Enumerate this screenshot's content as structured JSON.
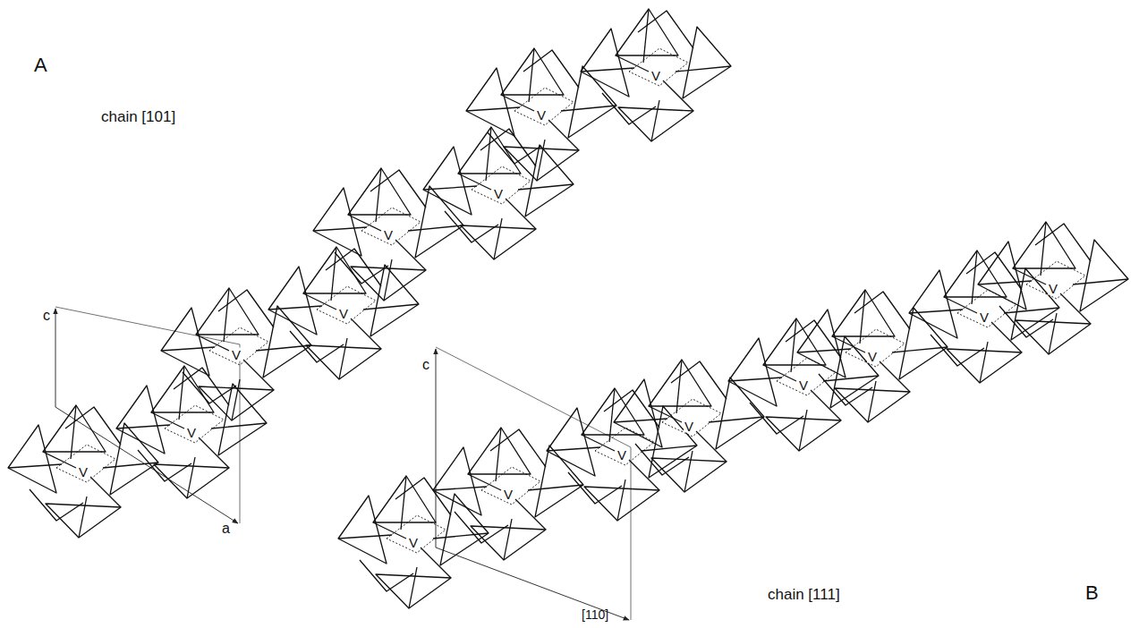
{
  "diagram": {
    "labels": [
      "A",
      "chain [101]",
      "c",
      "a",
      "V",
      "V",
      "V",
      "V",
      "V",
      "V",
      "V",
      "V",
      "c",
      "[110]",
      "V",
      "V",
      "V",
      "V",
      "V",
      "V",
      "V",
      "V",
      "chain [111]",
      "B"
    ]
  }
}
